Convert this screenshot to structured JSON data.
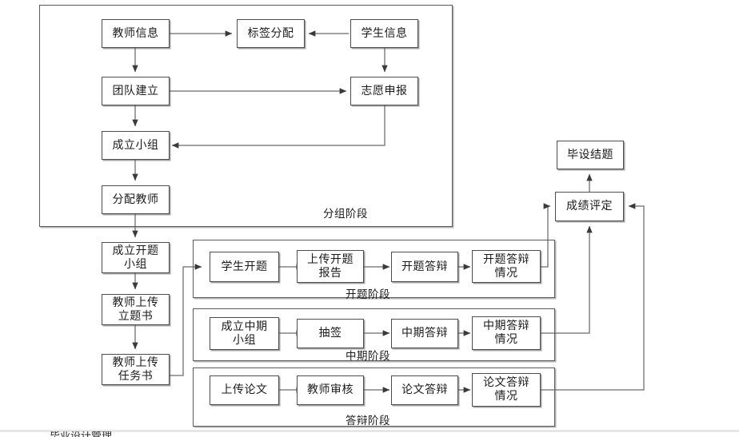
{
  "diagram": {
    "title": "毕业设计管理流程图",
    "stroke_color": "#4d4d4d",
    "text_color": "#1a1a1a",
    "background": "#ffffff"
  },
  "groups": [
    {
      "id": "grouping-phase",
      "label": "分组阶段"
    },
    {
      "id": "opening-phase",
      "label": "开题阶段"
    },
    {
      "id": "midterm-phase",
      "label": "中期阶段"
    },
    {
      "id": "defense-phase",
      "label": "答辩阶段"
    }
  ],
  "nodes": {
    "teacher_info": "教师信息",
    "label_assign": "标签分配",
    "student_info": "学生信息",
    "team_build": "团队建立",
    "volunteer_apply": "志愿申报",
    "form_group": "成立小组",
    "assign_teacher": "分配教师",
    "form_opening_group": "成立开题\n小组",
    "teacher_upload_proposal": "教师上传\n立题书",
    "teacher_upload_task": "教师上传\n任务书",
    "student_opening": "学生开题",
    "upload_opening_report": "上传开题\n报告",
    "opening_defense": "开题答辩",
    "opening_defense_result": "开题答辩\n情况",
    "form_midterm_group": "成立中期\n小组",
    "draw_lots": "抽签",
    "midterm_defense": "中期答辩",
    "midterm_defense_result": "中期答辩\n情况",
    "upload_thesis": "上传论文",
    "teacher_review": "教师审核",
    "thesis_defense": "论文答辩",
    "thesis_defense_result": "论文答辩\n情况",
    "grade_evaluation": "成绩评定",
    "final_completion": "毕设结题"
  },
  "footer": {
    "cutoff_caption": "毕业设计管理"
  }
}
